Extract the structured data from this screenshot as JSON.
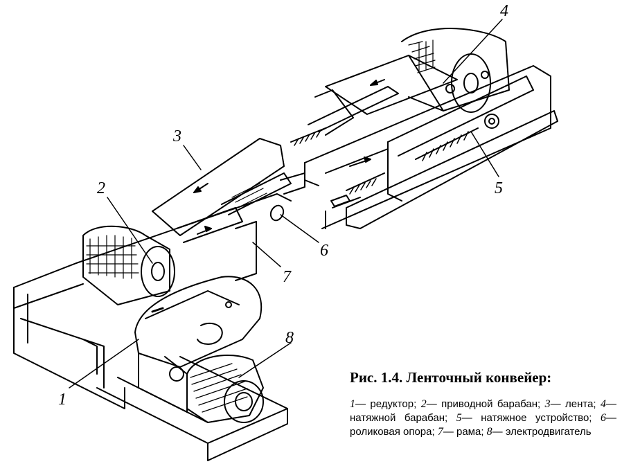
{
  "figure": {
    "title": "Рис. 1.4. Ленточный конвейер:",
    "legend": [
      {
        "num": "1",
        "text": "— редуктор; "
      },
      {
        "num": "2",
        "text": "— приводной барабан; "
      },
      {
        "num": "3",
        "text": "— лента; "
      },
      {
        "num": "4",
        "text": "— натяжной барабан; "
      },
      {
        "num": "5",
        "text": "— натяжное устройство; "
      },
      {
        "num": "6",
        "text": "— роликовая опора; "
      },
      {
        "num": "7",
        "text": "— рама; "
      },
      {
        "num": "8",
        "text": "— электродвигатель"
      }
    ],
    "callouts": [
      "1",
      "2",
      "3",
      "4",
      "5",
      "6",
      "7",
      "8"
    ]
  },
  "colors": {
    "ink": "#000000",
    "paper": "#ffffff"
  }
}
